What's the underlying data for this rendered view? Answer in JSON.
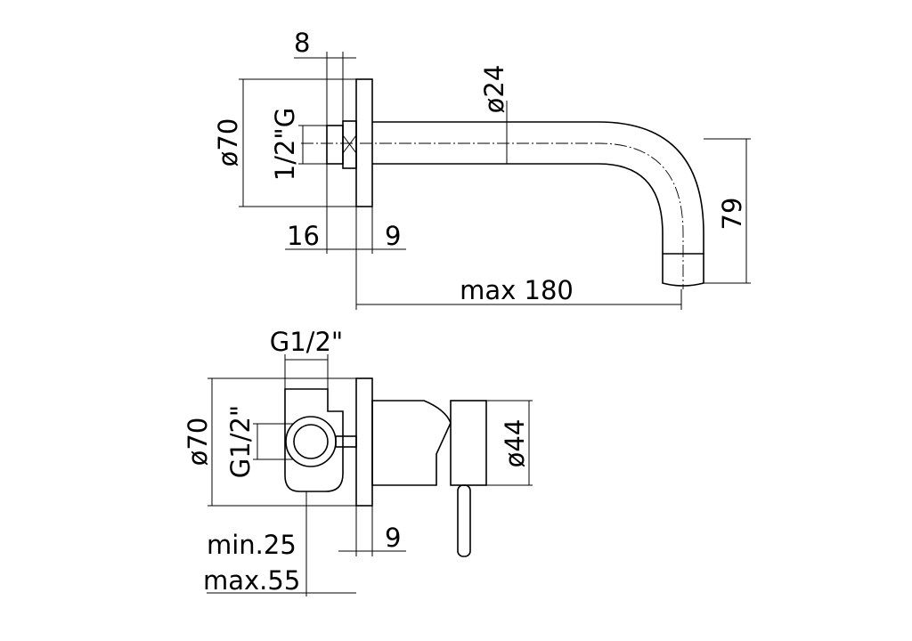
{
  "spout": {
    "dims": {
      "d8": "8",
      "d24": "ø24",
      "d70": "ø70",
      "thread": "1/2\"G",
      "d16": "16",
      "d9": "9",
      "d79": "79",
      "max180": "max 180"
    }
  },
  "mixer": {
    "dims": {
      "g12_top": "G1/2\"",
      "d70": "ø70",
      "g12_side": "G1/2\"",
      "d44": "ø44",
      "d9": "9",
      "min25": "min.25",
      "max55": "max.55"
    }
  }
}
